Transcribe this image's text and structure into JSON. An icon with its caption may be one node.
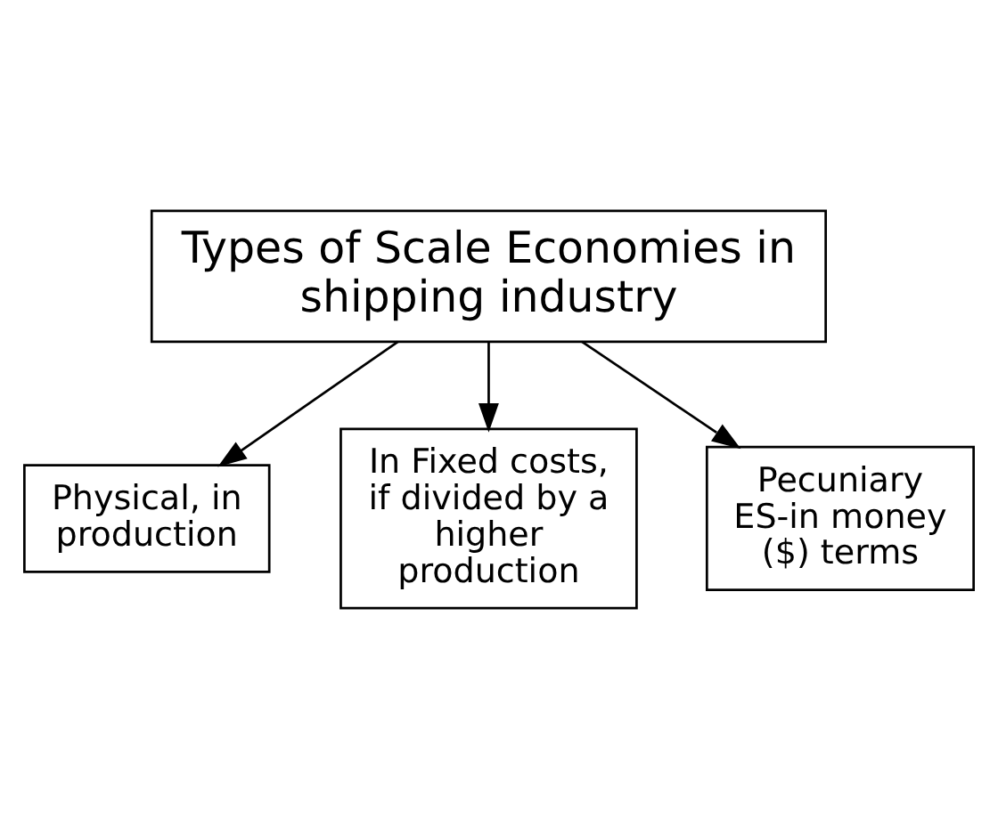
{
  "diagram": {
    "nodes": [
      {
        "text": [
          "Types of Scale Economies in shipping industry"
        ]
      },
      {
        "text": [
          "Physical, in production"
        ]
      },
      {
        "text": [
          "In Fixed costs, if divided by a higher production"
        ]
      },
      {
        "text": [
          "Pecuniary ES-in money ($) terms"
        ]
      }
    ],
    "edges": [
      {
        "from": 0,
        "to": 1,
        "arrow": "to"
      },
      {
        "from": 0,
        "to": 2,
        "arrow": "to"
      },
      {
        "from": 0,
        "to": 3,
        "arrow": "to"
      }
    ]
  }
}
